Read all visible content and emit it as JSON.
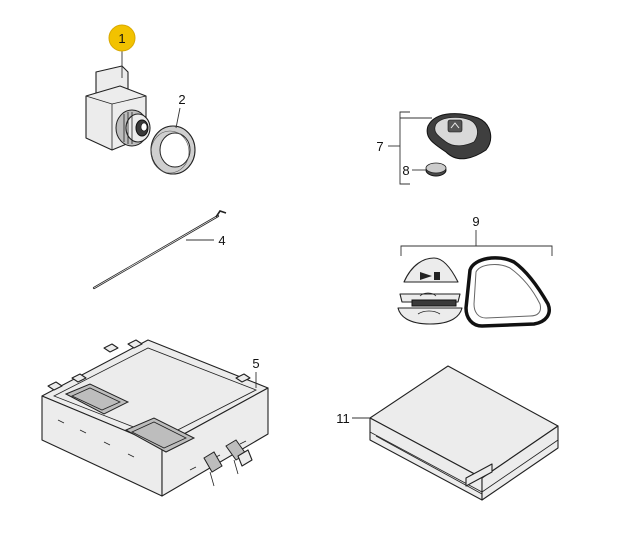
{
  "diagram": {
    "highlight_color": "#f2c200",
    "callouts": [
      {
        "id": "c1",
        "label": "1"
      },
      {
        "id": "c2",
        "label": "2"
      },
      {
        "id": "c4",
        "label": "4"
      },
      {
        "id": "c5",
        "label": "5"
      },
      {
        "id": "c7",
        "label": "7"
      },
      {
        "id": "c8",
        "label": "8"
      },
      {
        "id": "c9",
        "label": "9"
      },
      {
        "id": "c11",
        "label": "11"
      }
    ]
  }
}
